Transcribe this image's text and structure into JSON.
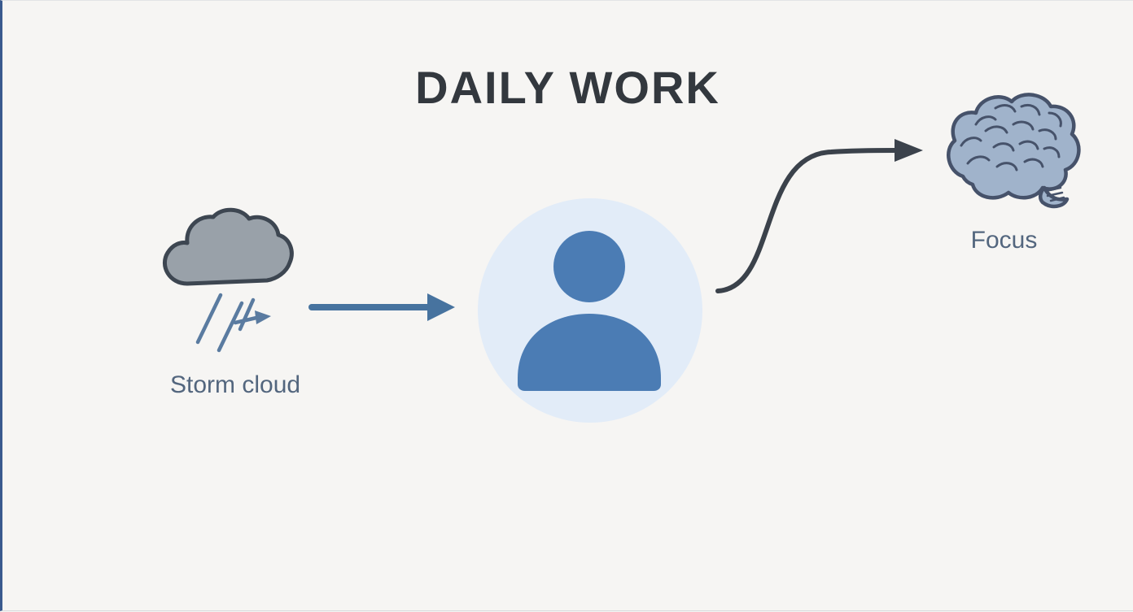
{
  "title": "DAILY WORK",
  "labels": {
    "storm_cloud": "Storm cloud",
    "focus": "Focus"
  },
  "icons": {
    "storm_cloud": "storm-cloud-icon",
    "rain": "rain-lines-icon",
    "straight_arrow": "arrow-right-icon",
    "person": "person-icon",
    "curved_arrow": "curved-arrow-icon",
    "brain": "brain-icon"
  },
  "colors": {
    "background": "#f6f5f3",
    "left_edge": "#3a5a8e",
    "title_text": "#33383e",
    "label_text": "#53667e",
    "cloud_fill": "#99a1a9",
    "cloud_stroke": "#3d4651",
    "rain_stroke": "#5a7ba0",
    "arrow_blue": "#47739f",
    "person_halo": "#e2ecf8",
    "person_fill": "#4b7cb4",
    "curve_arrow": "#3b424b",
    "brain_fill": "#a0b3cb",
    "brain_stroke": "#46526a"
  }
}
